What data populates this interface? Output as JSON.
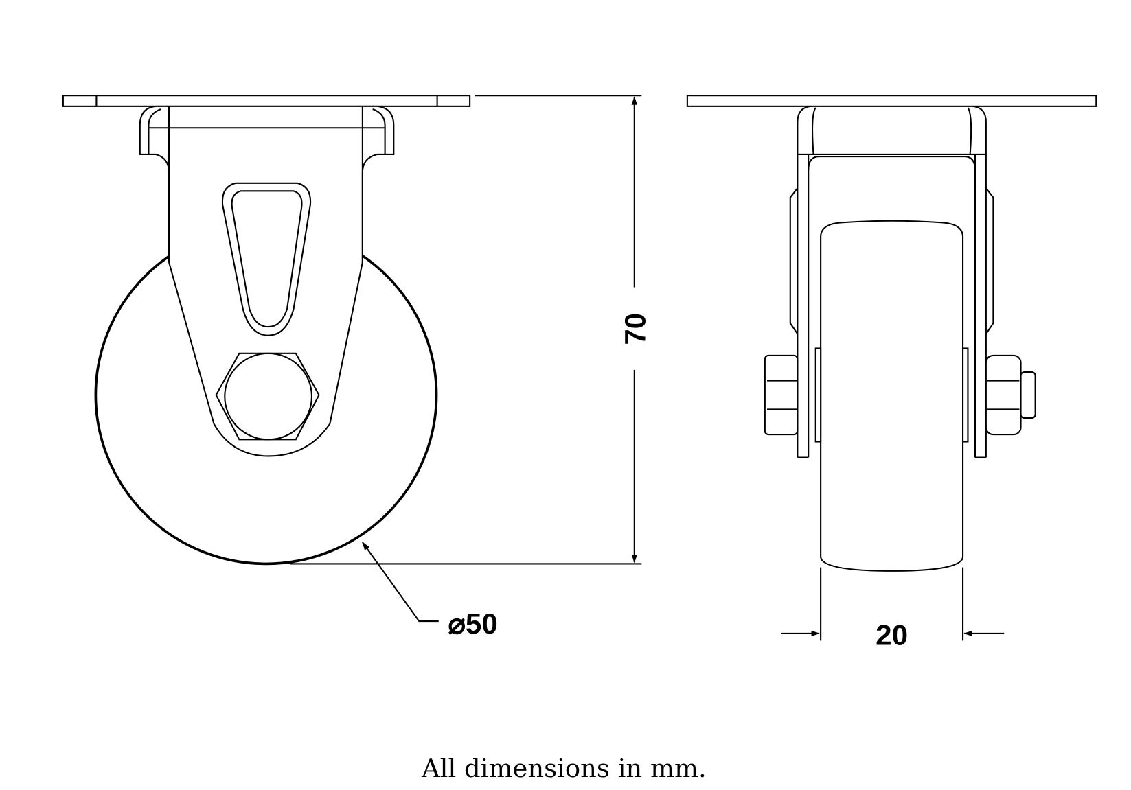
{
  "drawing": {
    "front_view": {
      "diameter_label": "⌀50",
      "height_label": "70"
    },
    "side_view": {
      "width_label": "20"
    },
    "caption": "All dimensions in mm."
  },
  "dimensions_mm": {
    "wheel_diameter": 50,
    "overall_height": 70,
    "wheel_width": 20
  },
  "colors": {
    "line": "#000000",
    "background": "#ffffff"
  }
}
